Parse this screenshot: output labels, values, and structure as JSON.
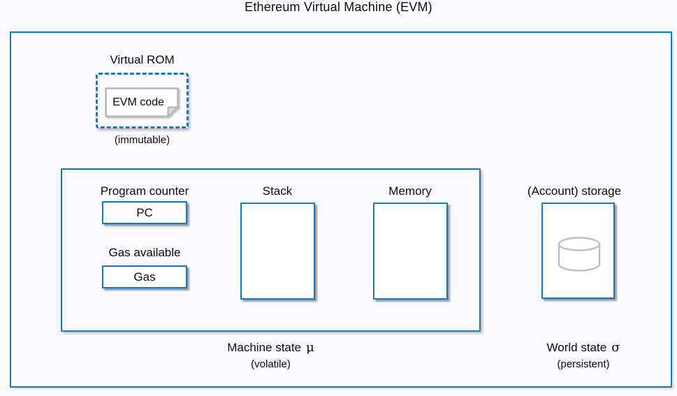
{
  "title": "Ethereum Virtual Machine (EVM)",
  "virtual_rom": {
    "label": "Virtual ROM",
    "evm_code_label": "EVM code",
    "note": "(immutable)"
  },
  "machine_state": {
    "program_counter_label": "Program counter",
    "pc_box_label": "PC",
    "gas_available_label": "Gas available",
    "gas_box_label": "Gas",
    "stack_label": "Stack",
    "memory_label": "Memory",
    "caption": "Machine state",
    "symbol": "μ",
    "note": "(volatile)"
  },
  "world_state": {
    "storage_label": "(Account) storage",
    "caption": "World state",
    "symbol": "σ",
    "note": "(persistent)"
  },
  "icons": {
    "evm_code_icon": "document-folded-corner",
    "storage_icon": "database-cylinder"
  },
  "colors": {
    "accent_blue": "#1478c4",
    "icon_gray": "#bdbdbd",
    "text": "#0a0a0a",
    "background": "#fafbfe",
    "box_fill": "#ffffff"
  }
}
